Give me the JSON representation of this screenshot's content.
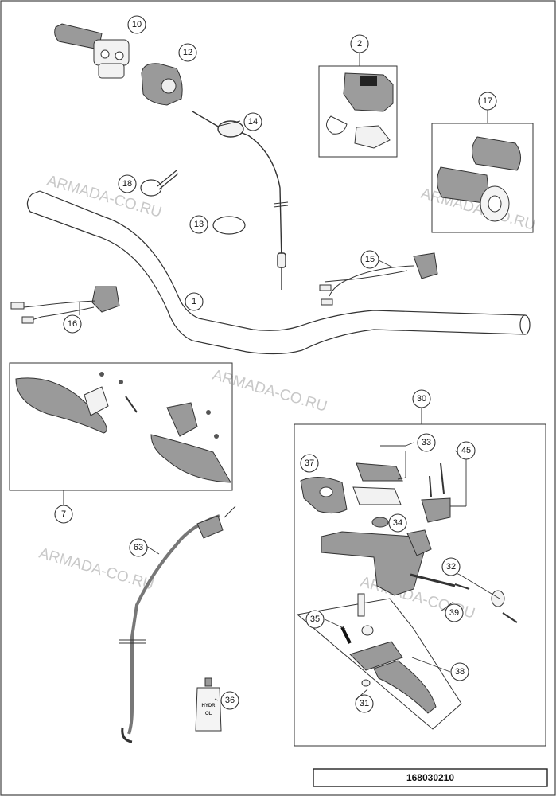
{
  "diagram_id": "168030210",
  "watermark": "ARMADA-CO.RU",
  "oil_label": [
    "HYDR",
    "OL"
  ],
  "callouts": [
    "10",
    "12",
    "2",
    "17",
    "14",
    "18",
    "13",
    "15",
    "1",
    "16",
    "7",
    "30",
    "33",
    "37",
    "45",
    "34",
    "32",
    "39",
    "35",
    "38",
    "31",
    "63",
    "36"
  ]
}
